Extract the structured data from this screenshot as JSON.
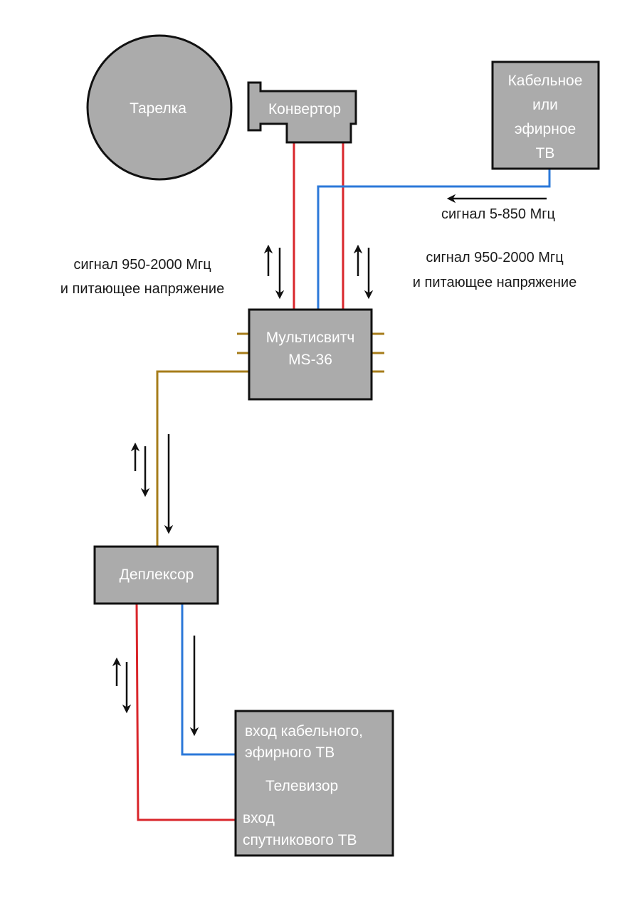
{
  "colors": {
    "box_fill": "#ababab",
    "satellite_line": "#d9262b",
    "terrestrial_line": "#2b78d9",
    "trunk_line": "#a67c1a",
    "arrow": "#111111"
  },
  "nodes": {
    "dish": {
      "label": "Тарелка"
    },
    "converter": {
      "label": "Конвертор"
    },
    "cable_tv": {
      "lines": [
        "Кабельное",
        "или",
        "эфирное",
        "ТВ"
      ]
    },
    "multiswitch": {
      "lines": [
        "Мультисвитч",
        "MS-36"
      ]
    },
    "diplexer": {
      "label": "Деплексор"
    },
    "tv": {
      "terrestrial_input": [
        "вход кабельного,",
        "эфирного ТВ"
      ],
      "title": "Телевизор",
      "satellite_input": [
        "вход",
        "спутникового ТВ"
      ]
    }
  },
  "annotations": {
    "terrestrial_signal": "сигнал 5-850 Мгц",
    "sat_left": [
      "сигнал 950-2000 Мгц",
      "и питающее напряжение"
    ],
    "sat_right": [
      "сигнал 950-2000 Мгц",
      "и питающее напряжение"
    ]
  }
}
